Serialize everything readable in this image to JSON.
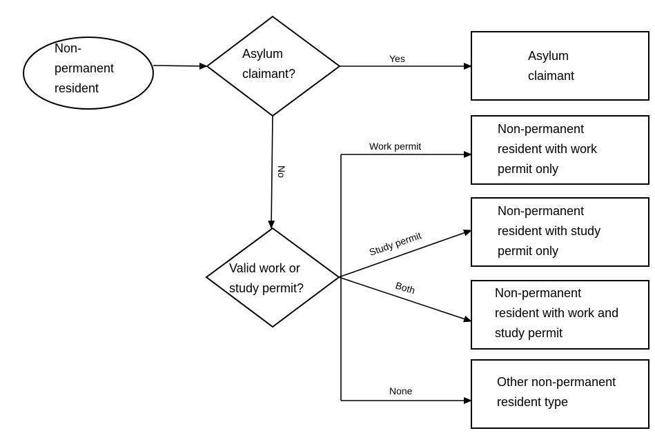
{
  "nodes": {
    "start": [
      "Non-",
      "permanent",
      "resident"
    ],
    "asylum_question": [
      "Asylum",
      "claimant?"
    ],
    "asylum_result": [
      "Asylum",
      "claimant"
    ],
    "permit_question": [
      "Valid work or",
      "study permit?"
    ],
    "work_only": [
      "Non-permanent",
      "resident with work",
      "permit only"
    ],
    "study_only": [
      "Non-permanent",
      "resident with study",
      "permit only"
    ],
    "both": [
      "Non-permanent",
      "resident with work and",
      "study permit"
    ],
    "other": [
      "Other non-permanent",
      "resident type"
    ]
  },
  "edges": {
    "yes": "Yes",
    "no": "No",
    "work_permit": "Work permit",
    "study_permit": "Study permit",
    "both": "Both",
    "none": "None"
  }
}
